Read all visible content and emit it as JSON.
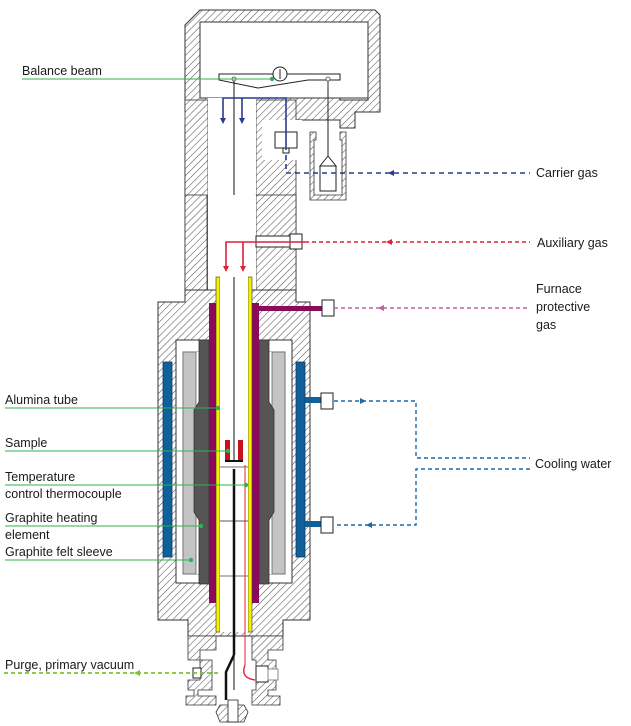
{
  "diagram": {
    "title": "Thermogravimetric furnace cross-section",
    "colors": {
      "label_leader": "#2db34a",
      "carrier_gas": "#2a3a8c",
      "auxiliary_gas": "#e0203a",
      "furnace_protective_gas": "#c060a0",
      "cooling_water": "#1e6aa8",
      "purge_vacuum": "#7cc42a",
      "alumina_tube": "#f5f000",
      "heater_shield": "#8c0a5c",
      "graphite_heating_element": "#555555",
      "graphite_felt_sleeve": "#c4c4c4",
      "sample": "#c8101e",
      "cooling_jacket": "#10609a"
    },
    "left_labels": [
      {
        "id": "balance-beam",
        "lines": [
          "Balance beam"
        ]
      },
      {
        "id": "alumina-tube",
        "lines": [
          "Alumina tube"
        ]
      },
      {
        "id": "sample",
        "lines": [
          "Sample"
        ]
      },
      {
        "id": "temperature-control-thermocouple",
        "lines": [
          "Temperature",
          "control thermocouple"
        ]
      },
      {
        "id": "graphite-heating-element",
        "lines": [
          "Graphite heating",
          "element"
        ]
      },
      {
        "id": "graphite-felt-sleeve",
        "lines": [
          "Graphite felt sleeve"
        ]
      },
      {
        "id": "purge-primary-vacuum",
        "lines": [
          "Purge, primary vacuum"
        ]
      }
    ],
    "right_labels": [
      {
        "id": "carrier-gas",
        "lines": [
          "Carrier gas"
        ]
      },
      {
        "id": "auxiliary-gas",
        "lines": [
          "Auxiliary gas"
        ]
      },
      {
        "id": "furnace-protective-gas",
        "lines": [
          "Furnace",
          "protective",
          "gas"
        ]
      },
      {
        "id": "cooling-water",
        "lines": [
          "Cooling water"
        ]
      }
    ]
  }
}
